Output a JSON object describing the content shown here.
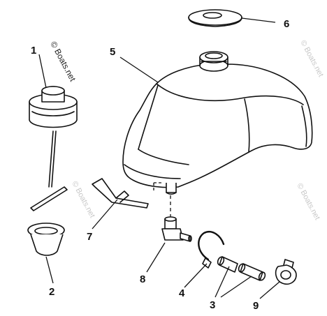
{
  "callouts": [
    "1",
    "2",
    "3",
    "4",
    "5",
    "6",
    "7",
    "8",
    "9"
  ],
  "watermark": {
    "main": "© Boats.net",
    "faint_right_top": "© Boats.net",
    "faint_right_bottom": "© Boats.net",
    "faint_center": "© Boats.net"
  },
  "colors": {
    "ink": "#111111",
    "background": "#ffffff"
  }
}
